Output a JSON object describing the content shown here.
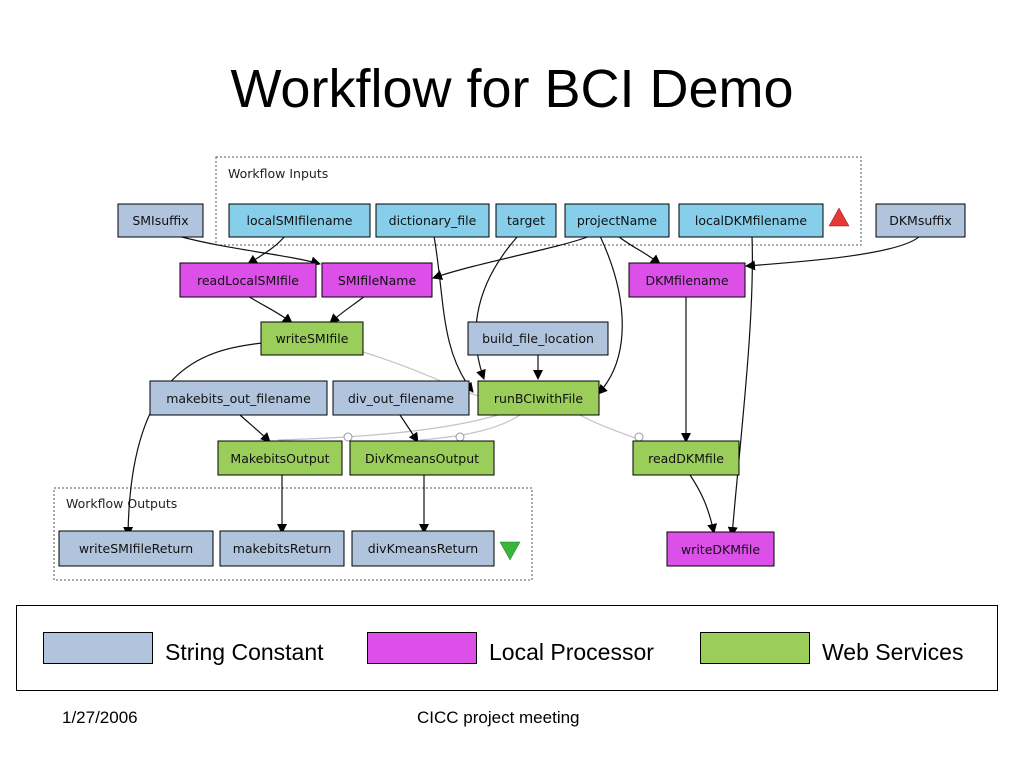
{
  "title": "Workflow for BCI Demo",
  "groups": {
    "inputs": "Workflow Inputs",
    "outputs": "Workflow Outputs"
  },
  "nodes": {
    "SMIsuffix": {
      "label": "SMIsuffix",
      "kind": "string"
    },
    "localSMIfilename": {
      "label": "localSMIfilename",
      "kind": "input"
    },
    "dictionary_file": {
      "label": "dictionary_file",
      "kind": "input"
    },
    "target": {
      "label": "target",
      "kind": "input"
    },
    "projectName": {
      "label": "projectName",
      "kind": "input"
    },
    "localDKMfilename": {
      "label": "localDKMfilename",
      "kind": "input"
    },
    "DKMsuffix": {
      "label": "DKMsuffix",
      "kind": "string"
    },
    "readLocalSMIfile": {
      "label": "readLocalSMIfile",
      "kind": "local"
    },
    "SMIfileName": {
      "label": "SMIfileName",
      "kind": "local"
    },
    "DKMfilename": {
      "label": "DKMfilename",
      "kind": "local"
    },
    "writeSMIfile": {
      "label": "writeSMIfile",
      "kind": "web"
    },
    "build_file_location": {
      "label": "build_file_location",
      "kind": "string"
    },
    "makebits_out_filename": {
      "label": "makebits_out_filename",
      "kind": "string"
    },
    "div_out_filename": {
      "label": "div_out_filename",
      "kind": "string"
    },
    "runBCIwithFile": {
      "label": "runBCIwithFile",
      "kind": "web"
    },
    "MakebitsOutput": {
      "label": "MakebitsOutput",
      "kind": "web"
    },
    "DivKmeansOutput": {
      "label": "DivKmeansOutput",
      "kind": "web"
    },
    "readDKMfile": {
      "label": "readDKMfile",
      "kind": "web"
    },
    "writeSMIfileReturn": {
      "label": "writeSMIfileReturn",
      "kind": "string"
    },
    "makebitsReturn": {
      "label": "makebitsReturn",
      "kind": "string"
    },
    "divKmeansReturn": {
      "label": "divKmeansReturn",
      "kind": "string"
    },
    "writeDKMfile": {
      "label": "writeDKMfile",
      "kind": "local"
    }
  },
  "edges": [
    [
      "SMIsuffix",
      "SMIfileName"
    ],
    [
      "localSMIfilename",
      "readLocalSMIfile"
    ],
    [
      "dictionary_file",
      "runBCIwithFile"
    ],
    [
      "target",
      "runBCIwithFile"
    ],
    [
      "projectName",
      "SMIfileName"
    ],
    [
      "projectName",
      "DKMfilename"
    ],
    [
      "projectName",
      "runBCIwithFile"
    ],
    [
      "localDKMfilename",
      "writeDKMfile"
    ],
    [
      "DKMsuffix",
      "DKMfilename"
    ],
    [
      "readLocalSMIfile",
      "writeSMIfile"
    ],
    [
      "SMIfileName",
      "writeSMIfile"
    ],
    [
      "writeSMIfile",
      "writeSMIfileReturn"
    ],
    [
      "build_file_location",
      "runBCIwithFile"
    ],
    [
      "makebits_out_filename",
      "MakebitsOutput"
    ],
    [
      "div_out_filename",
      "DivKmeansOutput"
    ],
    [
      "DKMfilename",
      "readDKMfile"
    ],
    [
      "MakebitsOutput",
      "makebitsReturn"
    ],
    [
      "DivKmeansOutput",
      "divKmeansReturn"
    ],
    [
      "readDKMfile",
      "writeDKMfile"
    ]
  ],
  "colors": {
    "string": "#b0c4de",
    "input": "#87ceeb",
    "local": "#dc4fe8",
    "web": "#9acd5a"
  },
  "legend": [
    {
      "label": "String Constant",
      "color": "#b0c4de"
    },
    {
      "label": "Local Processor",
      "color": "#dc4fe8"
    },
    {
      "label": "Web Services",
      "color": "#9acd5a"
    }
  ],
  "footer": {
    "date": "1/27/2006",
    "center": "CICC project meeting"
  }
}
